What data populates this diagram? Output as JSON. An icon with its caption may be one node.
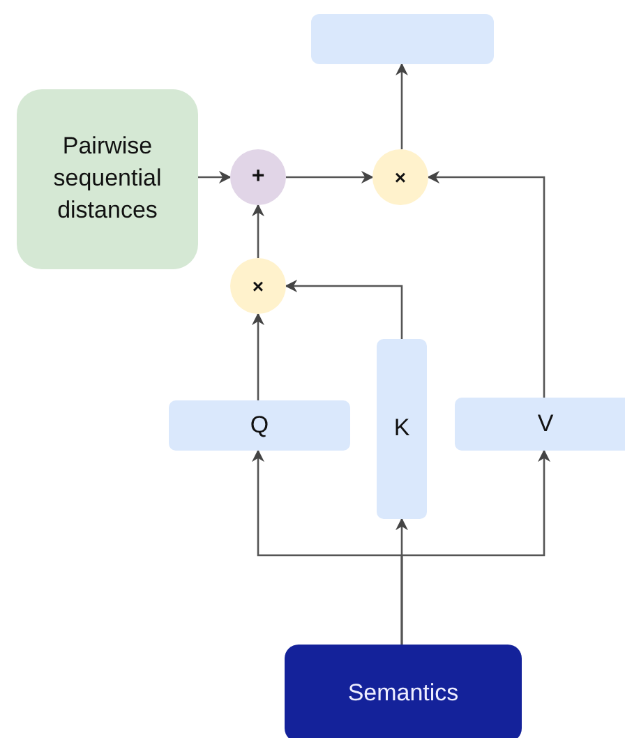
{
  "diagram": {
    "nodes": [
      {
        "text": [],
        "shape": "box"
      },
      {
        "text": [
          "Pairwise sequential distances"
        ]
      },
      {
        "text": [
          "+"
        ]
      },
      {
        "text": [
          "×"
        ]
      },
      {
        "text": [
          "×"
        ]
      },
      {
        "text": [
          "Q"
        ]
      },
      {
        "text": [
          "K"
        ]
      },
      {
        "text": [
          "V"
        ]
      },
      {
        "text": [
          "Semantics"
        ]
      }
    ],
    "edges": [
      {
        "from": 1,
        "to": 2,
        "arrow": "to"
      },
      {
        "from": 2,
        "to": 3,
        "arrow": "to"
      },
      {
        "from": 3,
        "to": 0,
        "arrow": "to"
      },
      {
        "from": 7,
        "to": 3,
        "arrow": "to"
      },
      {
        "from": 6,
        "to": 4,
        "arrow": "to"
      },
      {
        "from": 4,
        "to": 2,
        "arrow": "to"
      },
      {
        "from": 5,
        "to": 4,
        "arrow": "to"
      },
      {
        "from": 8,
        "to": 5,
        "arrow": "to"
      },
      {
        "from": 8,
        "to": 6,
        "arrow": "to"
      },
      {
        "from": 8,
        "to": 7,
        "arrow": "to"
      }
    ]
  }
}
